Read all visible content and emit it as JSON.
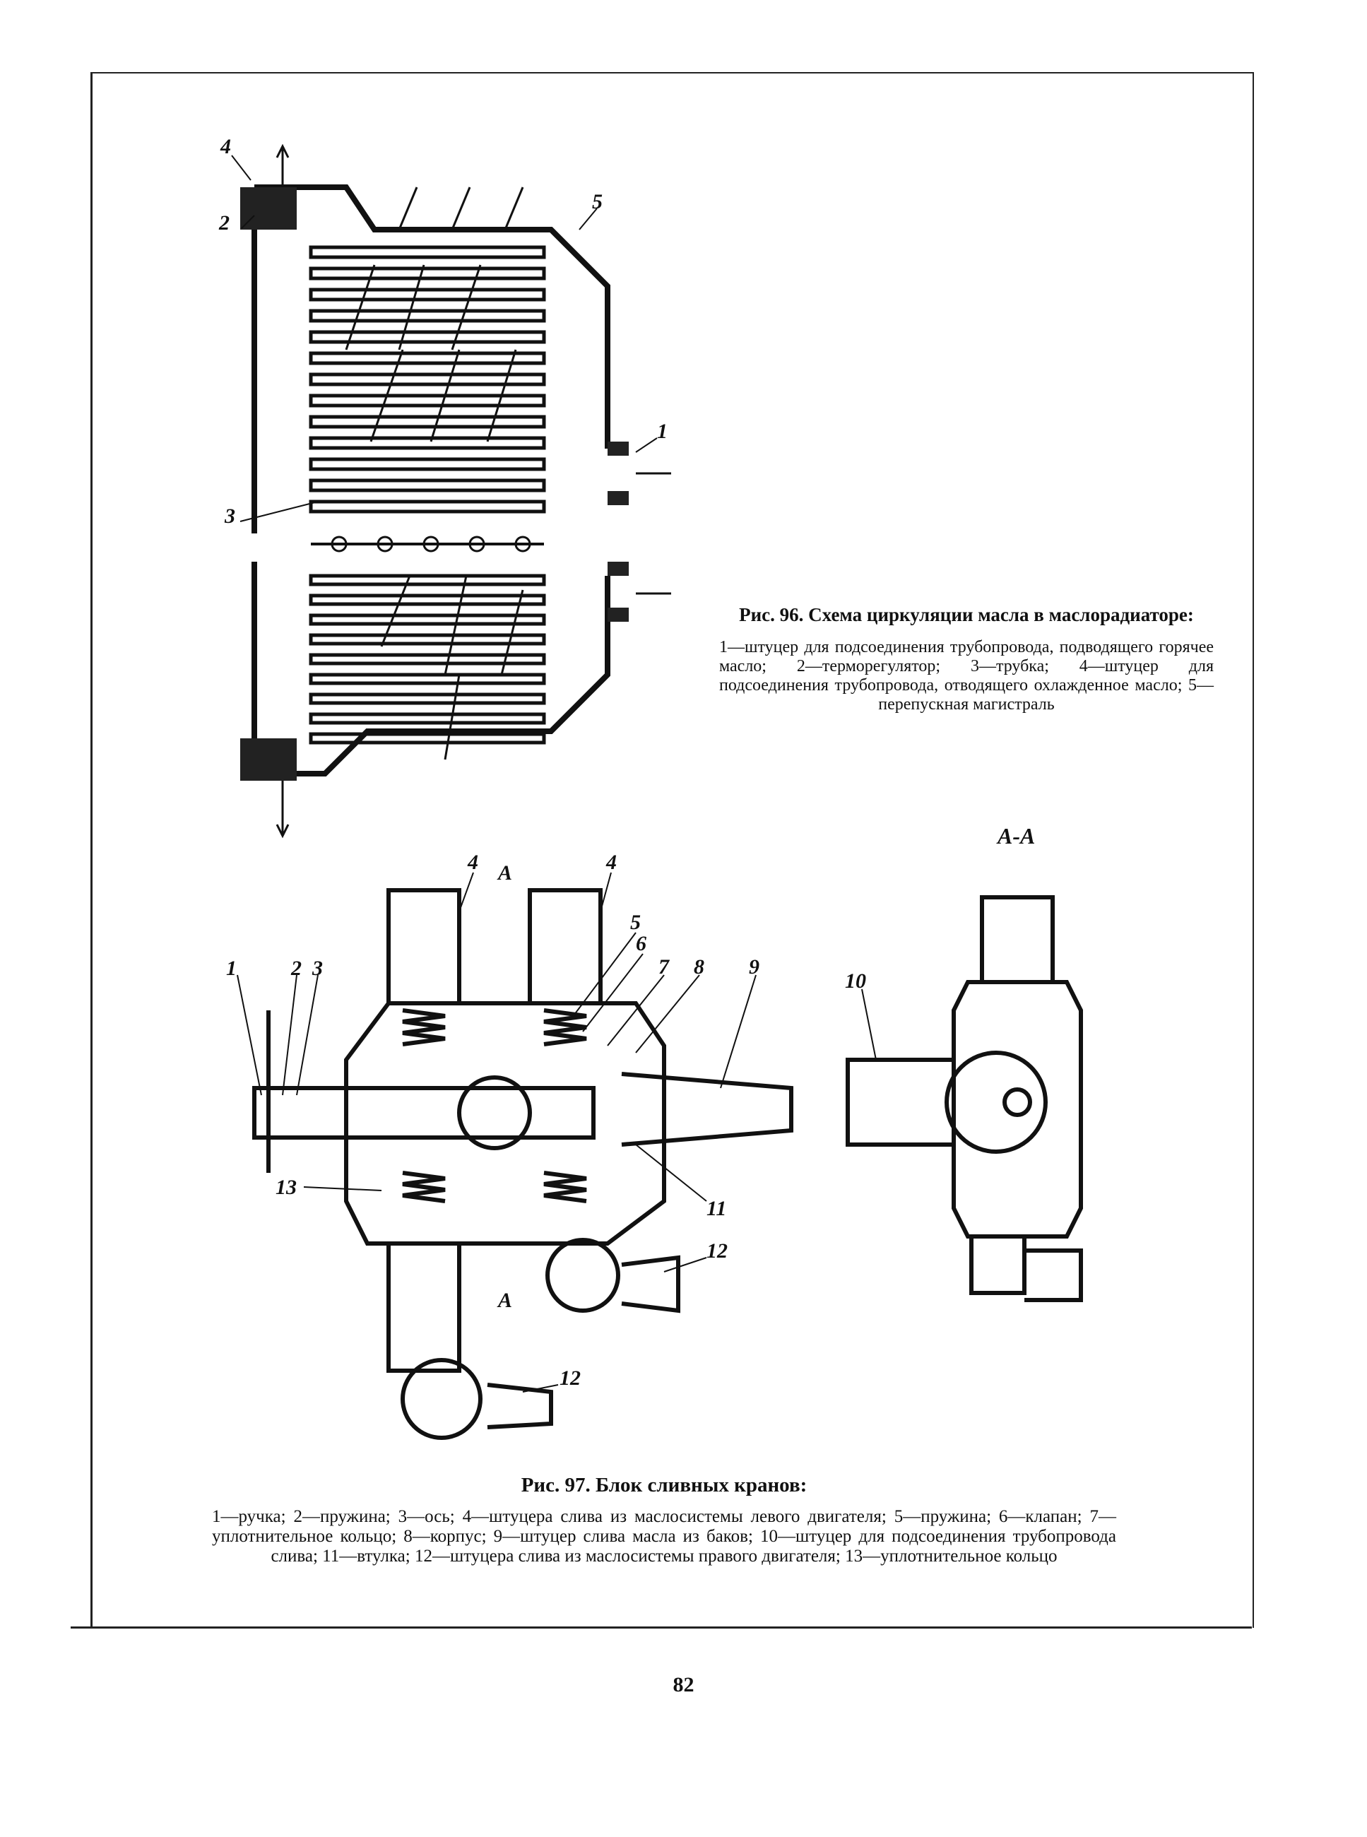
{
  "figure_96": {
    "callouts": [
      "1",
      "2",
      "3",
      "4",
      "5"
    ],
    "caption_title": "Рис. 96. Схема циркуляции масла в маслорадиаторе:",
    "caption_body": "1—штуцер для подсоединения трубопровода, подводящего горячее масло; 2—терморегулятор; 3—трубка; 4—штуцер для подсоединения трубопровода, отводящего охлажденное масло; 5—перепускная магистраль"
  },
  "figure_97": {
    "section_label": "А-А",
    "section_marks": [
      "А",
      "А"
    ],
    "callouts": [
      "1",
      "2",
      "3",
      "4",
      "4",
      "5",
      "6",
      "7",
      "8",
      "9",
      "10",
      "11",
      "12",
      "12",
      "13"
    ],
    "caption_title": "Рис. 97. Блок сливных кранов:",
    "caption_body": "1—ручка; 2—пружина; 3—ось; 4—штуцера слива из маслосистемы левого двигателя; 5—пружина; 6—клапан; 7—уплотнительное кольцо; 8—корпус; 9—штуцер слива масла из баков; 10—штуцер для подсоединения трубопровода слива; 11—втулка; 12—штуцера слива из маслосистемы правого двигателя; 13—уплотнительное кольцо"
  },
  "page_number": "82"
}
